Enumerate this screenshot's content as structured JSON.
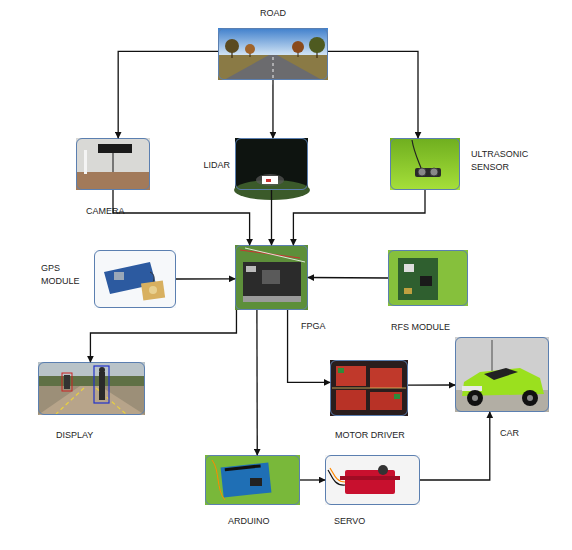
{
  "diagram": {
    "nodes": [
      {
        "text": [
          "ROAD"
        ]
      },
      {
        "text": [
          "CAMERA"
        ]
      },
      {
        "text": [
          "LIDAR"
        ]
      },
      {
        "text": [
          "ULTRASONIC SENSOR"
        ]
      },
      {
        "text": [
          "GPS MODULE"
        ]
      },
      {
        "text": [
          "FPGA"
        ]
      },
      {
        "text": [
          "RFS MODULE"
        ]
      },
      {
        "text": [
          "DISPLAY"
        ]
      },
      {
        "text": [
          "MOTOR DRIVER"
        ]
      },
      {
        "text": [
          "CAR"
        ]
      },
      {
        "text": [
          "ARDUINO"
        ]
      },
      {
        "text": [
          "SERVO"
        ]
      }
    ],
    "edges": [
      {
        "from": 0,
        "to": 1,
        "arrow": "to"
      },
      {
        "from": 0,
        "to": 2,
        "arrow": "to"
      },
      {
        "from": 0,
        "to": 3,
        "arrow": "to"
      },
      {
        "from": 1,
        "to": 5,
        "arrow": "to"
      },
      {
        "from": 2,
        "to": 5,
        "arrow": "to"
      },
      {
        "from": 3,
        "to": 5,
        "arrow": "to"
      },
      {
        "from": 4,
        "to": 5,
        "arrow": "to"
      },
      {
        "from": 6,
        "to": 5,
        "arrow": "to"
      },
      {
        "from": 5,
        "to": 7,
        "arrow": "to"
      },
      {
        "from": 5,
        "to": 8,
        "arrow": "to"
      },
      {
        "from": 5,
        "to": 10,
        "arrow": "to"
      },
      {
        "from": 8,
        "to": 9,
        "arrow": "to"
      },
      {
        "from": 10,
        "to": 11,
        "arrow": "to"
      },
      {
        "from": 11,
        "to": 9,
        "arrow": "to"
      }
    ]
  }
}
